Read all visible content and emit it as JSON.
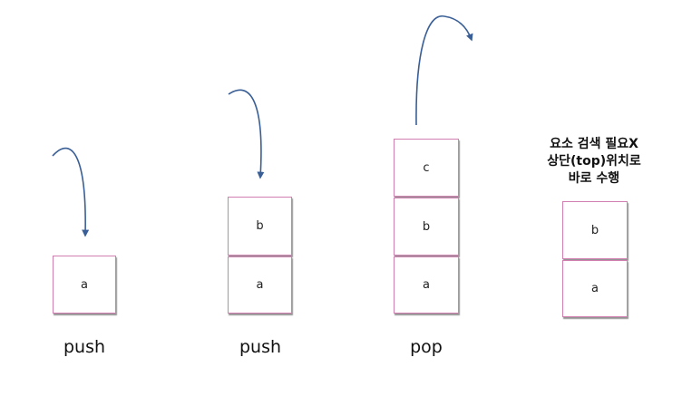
{
  "stacks": [
    {
      "operation": "push",
      "cells": [
        "a"
      ]
    },
    {
      "operation": "push",
      "cells": [
        "b",
        "a"
      ]
    },
    {
      "operation": "pop",
      "cells": [
        "c",
        "b",
        "a"
      ]
    },
    {
      "cells": [
        "b",
        "a"
      ]
    }
  ],
  "note": {
    "line1": "요소 검색 필요X",
    "line2": "상단(top)위치로",
    "line3": "바로 수행"
  },
  "colors": {
    "cell_border": "#d07fb0",
    "arrow": "#3a5f96",
    "text": "#111111"
  }
}
